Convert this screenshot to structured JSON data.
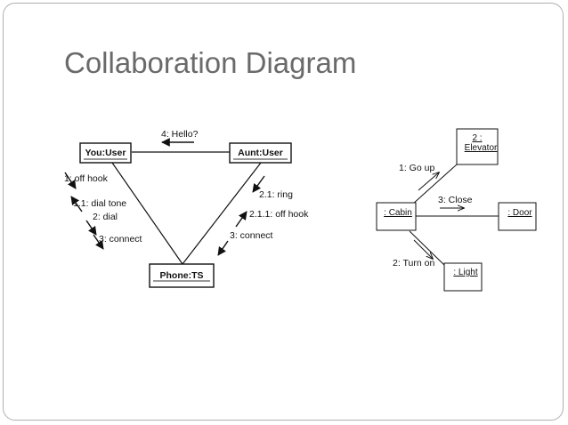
{
  "slide": {
    "title": "Collaboration Diagram"
  },
  "left_diagram": {
    "objects": {
      "you": "You:User",
      "aunt": "Aunt:User",
      "phone": "Phone:TS"
    },
    "messages": {
      "hello": "4: Hello?",
      "off_hook": "1: off hook",
      "dial_tone": "1.1: dial tone",
      "dial": "2: dial",
      "connect_left": "3: connect",
      "ring": "2.1: ring",
      "off_hook_aunt": "2.1.1: off hook",
      "connect_right": "3: connect"
    }
  },
  "right_diagram": {
    "objects": {
      "elevator_line1": "2 :",
      "elevator_line2": "Elevator",
      "cabin": ": Cabin",
      "door": ": Door",
      "light": ": Light"
    },
    "messages": {
      "go_up": "1: Go up",
      "close": "3: Close",
      "turn_on": "2: Turn on"
    }
  }
}
